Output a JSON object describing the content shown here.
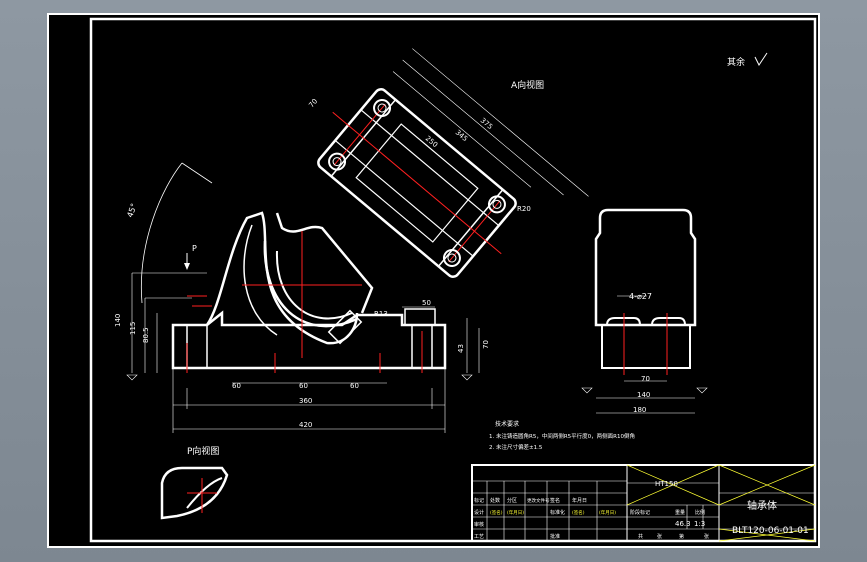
{
  "colors": {
    "background": "#000000",
    "outline": "#ffffff",
    "centerline": "#ff2020",
    "dimension": "#ffffff",
    "tableMark": "#ffff33",
    "chrome": "#8e98a2"
  },
  "drawing": {
    "roughness": "其余",
    "view_a_label": "A向视图",
    "view_p_label": "P向视图",
    "arrow_p": "P",
    "note_title": "技术要求",
    "note_1": "1. 未注铸造圆角R5，中间两侧R5平行度0，两侧面R10倒角",
    "note_2": "2. 未注尺寸偏差±1.5",
    "annot_hole": "4-⌀27",
    "left_dims": {
      "d140": "140",
      "d115": "115",
      "d80": "80.5",
      "d43": "43",
      "d70": "70",
      "d60a": "60",
      "d60b": "60",
      "d60c": "60",
      "d360": "360",
      "d420": "420",
      "d50": "50",
      "d45": "45°",
      "d13": "R13"
    },
    "right_dims": {
      "d70": "70",
      "d140": "140",
      "d180": "180"
    },
    "a_dims": {
      "d375": "375",
      "d345": "345",
      "d250": "250",
      "d70": "70",
      "dR": "R20"
    }
  },
  "title_block": {
    "material": "HT150",
    "part_name": "轴承体",
    "drawing_no": "BLT120-06-01-01",
    "mass": "46.3",
    "scale": "1:3",
    "row_labels": [
      "标记",
      "处数",
      "分区",
      "更改文件号",
      "签名",
      "年月日"
    ],
    "row2": [
      "设计",
      "(签名)",
      "(年月日)",
      "标准化",
      "(签名)",
      "(年月日)"
    ],
    "row3": [
      "审核",
      "",
      "",
      "",
      "",
      ""
    ],
    "row4": [
      "工艺",
      "",
      "",
      "批准",
      "",
      ""
    ],
    "headers": [
      "阶段标记",
      "重量",
      "比例"
    ],
    "sheet": [
      "共",
      "张",
      "第",
      "张"
    ]
  }
}
